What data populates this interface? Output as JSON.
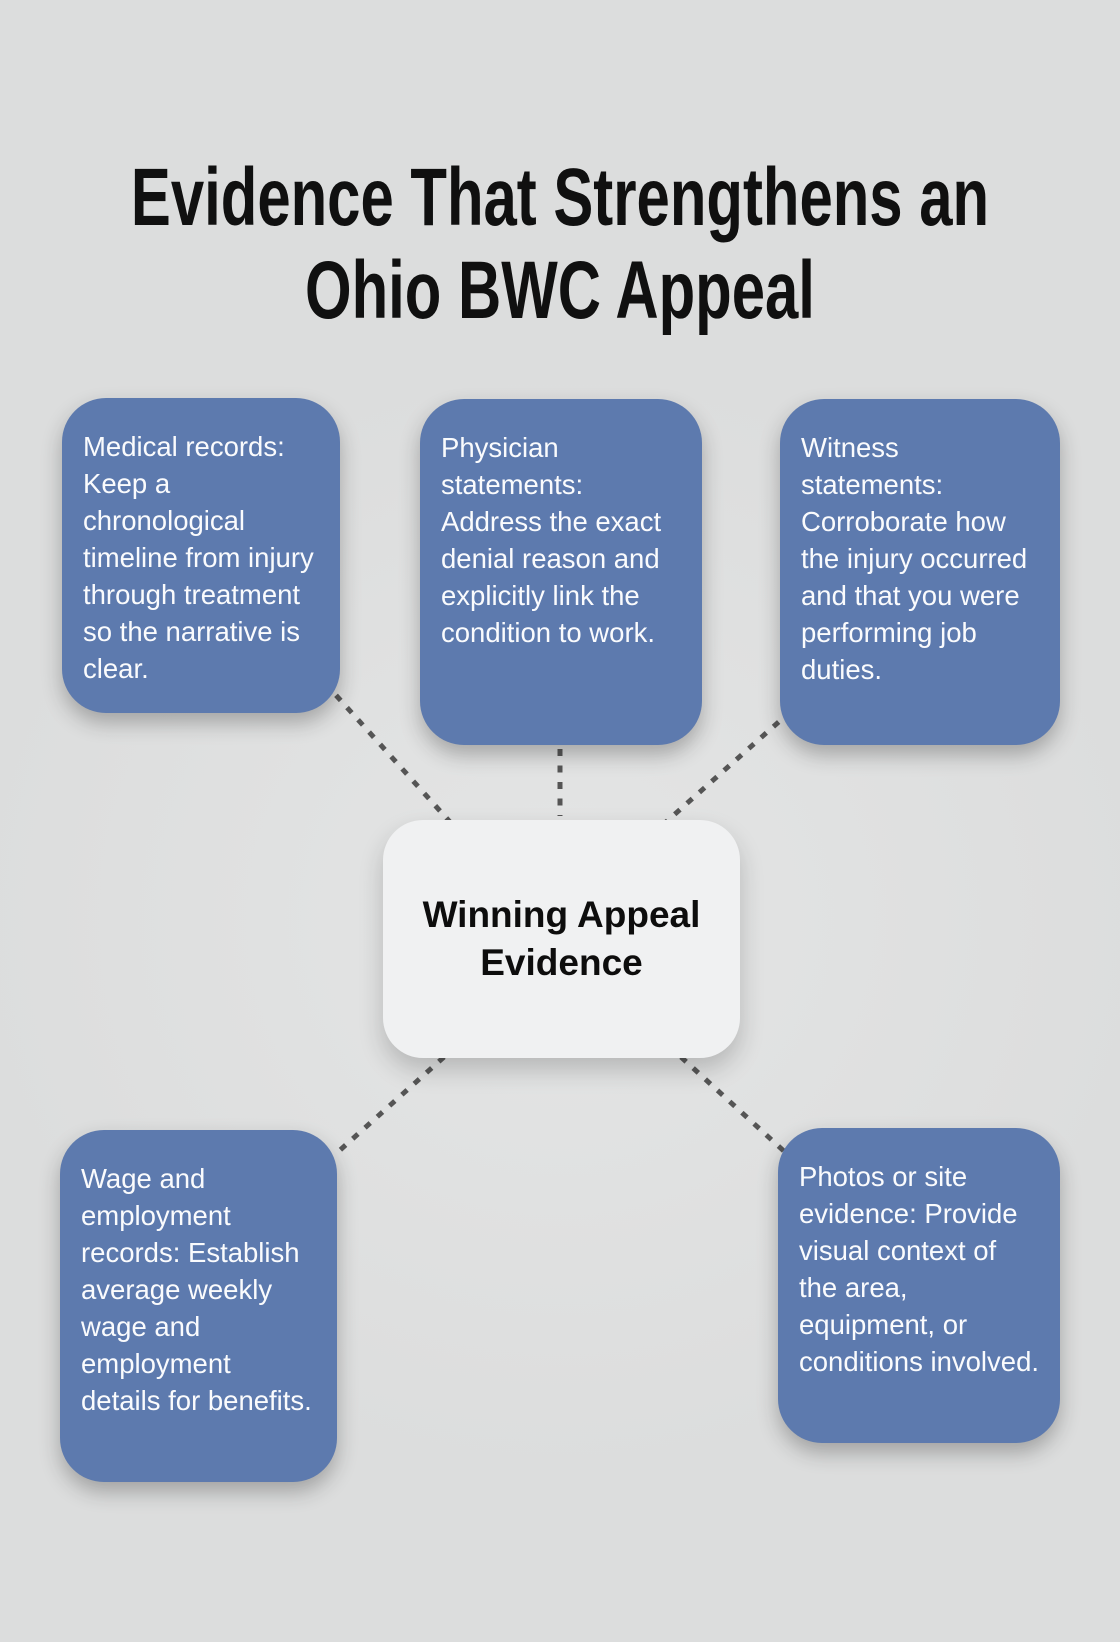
{
  "title": "Evidence That Strengthens an Ohio BWC Appeal",
  "center_node": {
    "label": "Winning Appeal Evidence"
  },
  "nodes": [
    {
      "name": "medical-records",
      "text": "Medical records: Keep a chronological timeline from injury through treatment so the narrative is clear."
    },
    {
      "name": "physician-statements",
      "text": "Physician statements: Address the exact denial reason and explicitly link the condition to work."
    },
    {
      "name": "witness-statements",
      "text": "Witness statements: Corroborate how the injury occurred and that you were performing job duties."
    },
    {
      "name": "wage-employment-records",
      "text": "Wage and employment records: Establish average weekly wage and employment details for benefits."
    },
    {
      "name": "photos-site-evidence",
      "text": "Photos or site evidence: Provide visual context of the area, equipment, or conditions involved."
    }
  ],
  "colors": {
    "background": "#dcdddd",
    "node_fill": "#5d7aae",
    "node_text": "#fafbfd",
    "center_fill": "#f0f1f2",
    "center_text": "#0d0d0d",
    "connector": "#555555",
    "title_color": "#101010"
  }
}
